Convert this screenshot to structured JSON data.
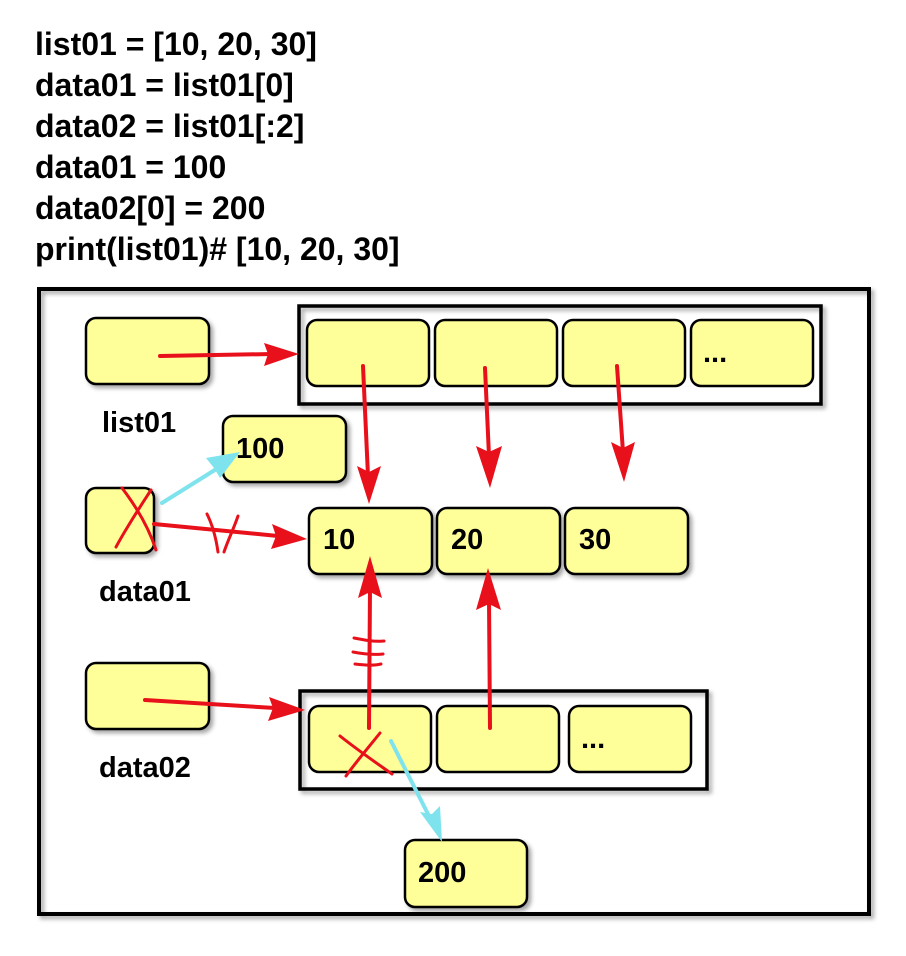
{
  "code_lines": [
    "list01 = [10, 20, 30]",
    "data01 = list01[0]",
    "data02 = list01[:2]",
    "data01 = 100",
    "data02[0] = 200",
    "print(list01)# [10, 20, 30]"
  ],
  "labels": {
    "list01": "list01",
    "data01": "data01",
    "data02": "data02"
  },
  "list01_cells": [
    "",
    "",
    "",
    "..."
  ],
  "data02_cells": [
    "",
    "",
    "..."
  ],
  "values": {
    "v10": "10",
    "v20": "20",
    "v30": "30",
    "v100": "100",
    "v200": "200"
  },
  "colors": {
    "box_fill": "#ffff99",
    "reference_arrow": "#e8101a",
    "new_reference_arrow": "#7fe3ee"
  }
}
